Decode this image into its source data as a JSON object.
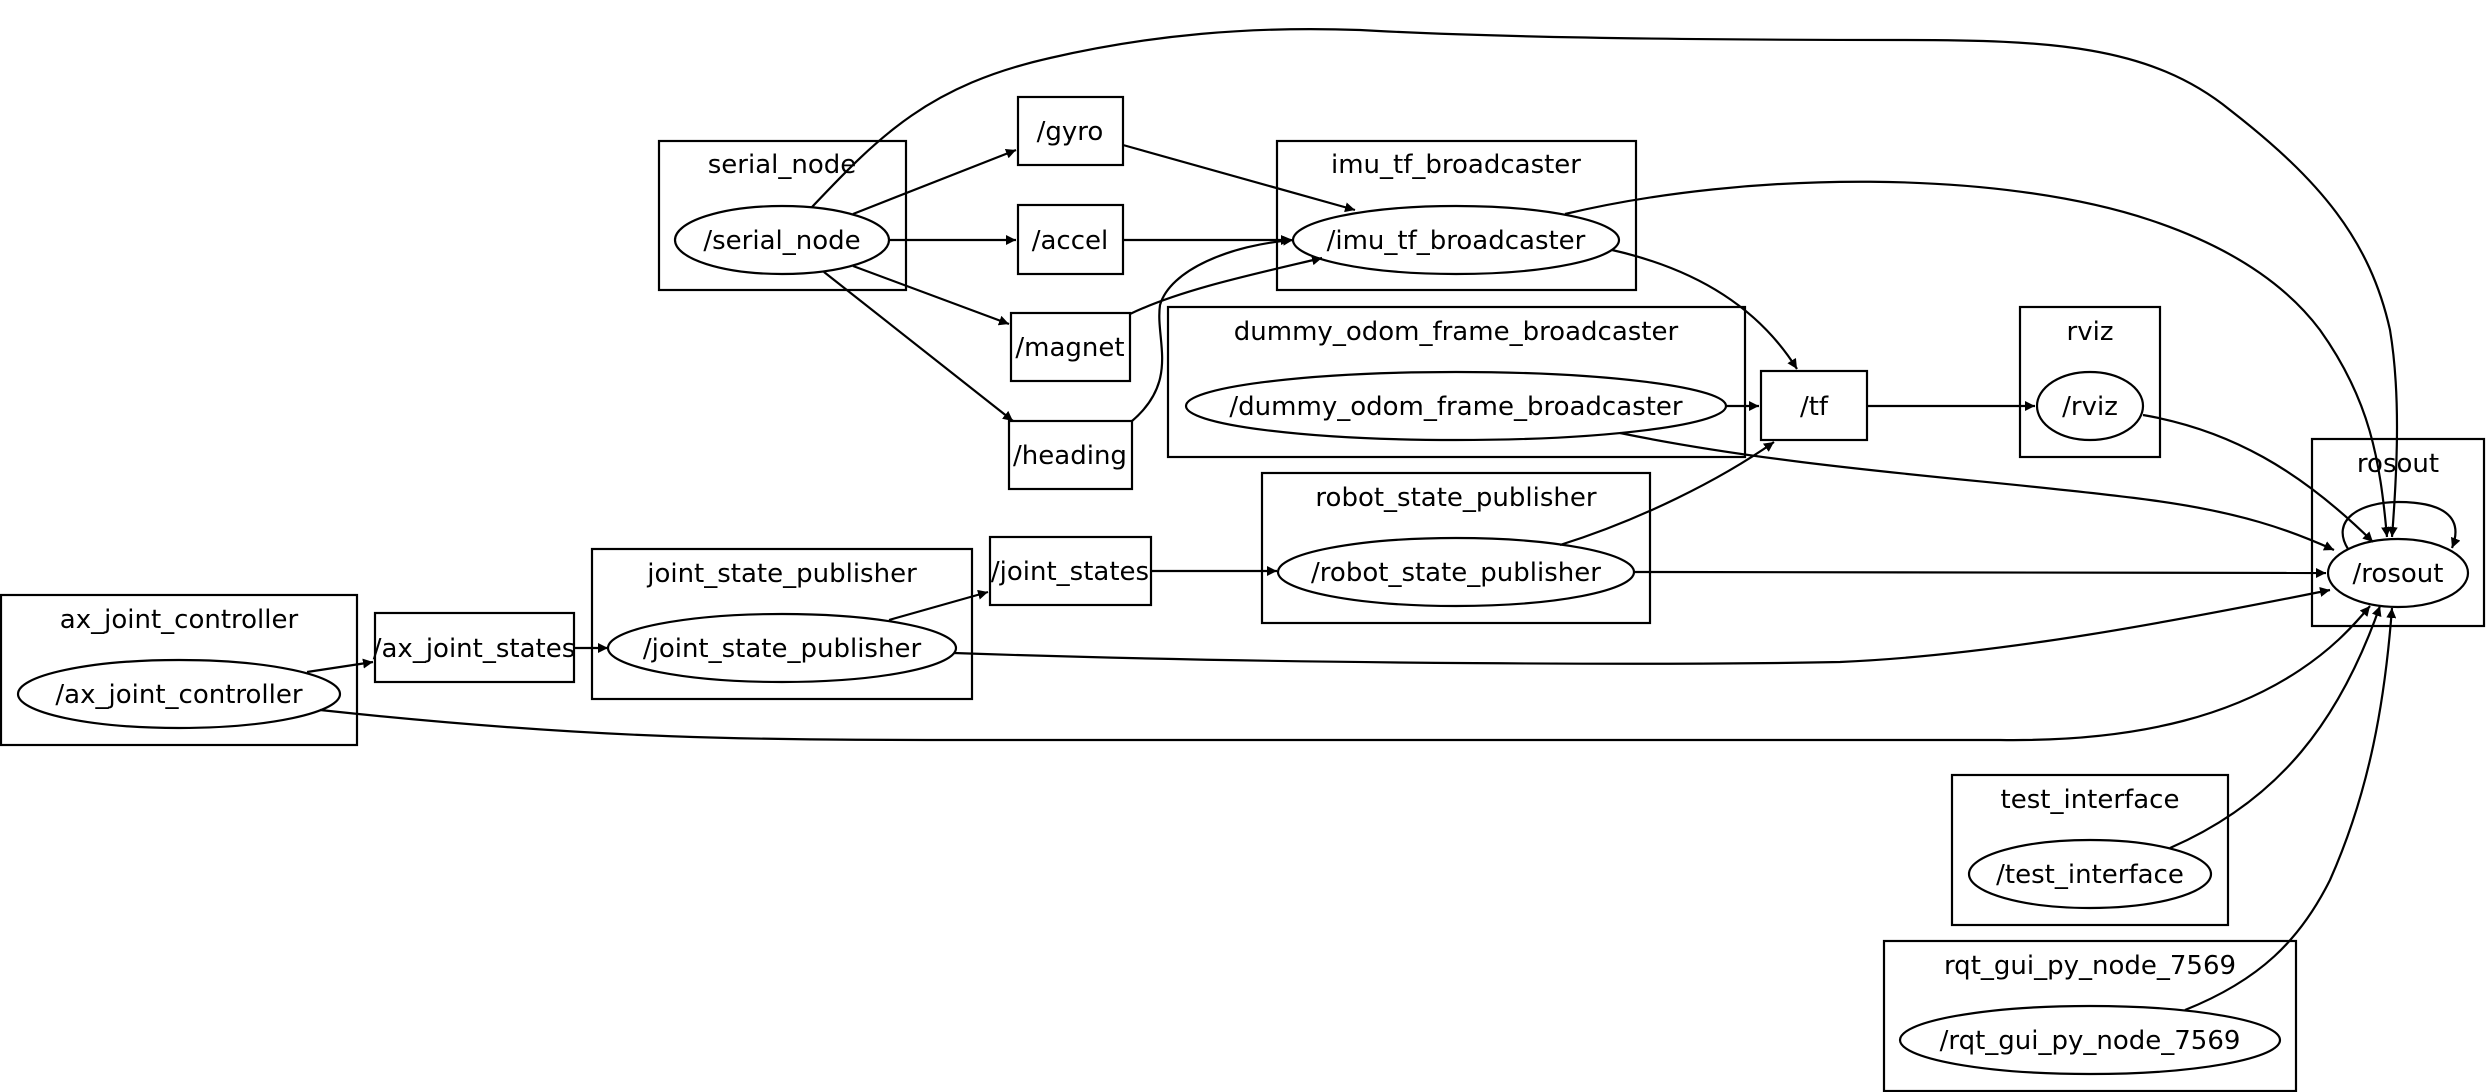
{
  "graph": {
    "clusters": [
      {
        "id": "serial_node",
        "label": "serial_node"
      },
      {
        "id": "imu_tf_broadcaster",
        "label": "imu_tf_broadcaster"
      },
      {
        "id": "dummy_odom_frame_broadcaster",
        "label": "dummy_odom_frame_broadcaster"
      },
      {
        "id": "rviz",
        "label": "rviz"
      },
      {
        "id": "rosout",
        "label": "rosout"
      },
      {
        "id": "robot_state_publisher",
        "label": "robot_state_publisher"
      },
      {
        "id": "joint_state_publisher",
        "label": "joint_state_publisher"
      },
      {
        "id": "ax_joint_controller",
        "label": "ax_joint_controller"
      },
      {
        "id": "test_interface",
        "label": "test_interface"
      },
      {
        "id": "rqt_gui_py_node_7569",
        "label": "rqt_gui_py_node_7569"
      }
    ],
    "nodes": [
      {
        "id": "n_serial_node",
        "label": "/serial_node"
      },
      {
        "id": "n_imu_tf_broadcaster",
        "label": "/imu_tf_broadcaster"
      },
      {
        "id": "n_dummy_odom",
        "label": "/dummy_odom_frame_broadcaster"
      },
      {
        "id": "n_rviz",
        "label": "/rviz"
      },
      {
        "id": "n_rosout",
        "label": "/rosout"
      },
      {
        "id": "n_robot_state_publisher",
        "label": "/robot_state_publisher"
      },
      {
        "id": "n_joint_state_publisher",
        "label": "/joint_state_publisher"
      },
      {
        "id": "n_ax_joint_controller",
        "label": "/ax_joint_controller"
      },
      {
        "id": "n_test_interface",
        "label": "/test_interface"
      },
      {
        "id": "n_rqt_gui",
        "label": "/rqt_gui_py_node_7569"
      }
    ],
    "topics": [
      {
        "id": "t_gyro",
        "label": "/gyro"
      },
      {
        "id": "t_accel",
        "label": "/accel"
      },
      {
        "id": "t_magnet",
        "label": "/magnet"
      },
      {
        "id": "t_heading",
        "label": "/heading"
      },
      {
        "id": "t_tf",
        "label": "/tf"
      },
      {
        "id": "t_joint_states",
        "label": "/joint_states"
      },
      {
        "id": "t_ax_joint_states",
        "label": "/ax_joint_states"
      }
    ],
    "edges": [
      {
        "from": "/serial_node",
        "to": "/gyro"
      },
      {
        "from": "/serial_node",
        "to": "/accel"
      },
      {
        "from": "/serial_node",
        "to": "/magnet"
      },
      {
        "from": "/serial_node",
        "to": "/heading"
      },
      {
        "from": "/serial_node",
        "to": "/rosout"
      },
      {
        "from": "/gyro",
        "to": "/imu_tf_broadcaster"
      },
      {
        "from": "/accel",
        "to": "/imu_tf_broadcaster"
      },
      {
        "from": "/magnet",
        "to": "/imu_tf_broadcaster"
      },
      {
        "from": "/heading",
        "to": "/imu_tf_broadcaster"
      },
      {
        "from": "/imu_tf_broadcaster",
        "to": "/tf"
      },
      {
        "from": "/imu_tf_broadcaster",
        "to": "/rosout"
      },
      {
        "from": "/dummy_odom_frame_broadcaster",
        "to": "/tf"
      },
      {
        "from": "/dummy_odom_frame_broadcaster",
        "to": "/rosout"
      },
      {
        "from": "/tf",
        "to": "/rviz"
      },
      {
        "from": "/rviz",
        "to": "/rosout"
      },
      {
        "from": "/rosout",
        "to": "/rosout"
      },
      {
        "from": "/robot_state_publisher",
        "to": "/tf"
      },
      {
        "from": "/robot_state_publisher",
        "to": "/rosout"
      },
      {
        "from": "/joint_states",
        "to": "/robot_state_publisher"
      },
      {
        "from": "/joint_state_publisher",
        "to": "/joint_states"
      },
      {
        "from": "/joint_state_publisher",
        "to": "/rosout"
      },
      {
        "from": "/ax_joint_states",
        "to": "/joint_state_publisher"
      },
      {
        "from": "/ax_joint_controller",
        "to": "/ax_joint_states"
      },
      {
        "from": "/ax_joint_controller",
        "to": "/rosout"
      },
      {
        "from": "/test_interface",
        "to": "/rosout"
      },
      {
        "from": "/rqt_gui_py_node_7569",
        "to": "/rosout"
      }
    ]
  }
}
